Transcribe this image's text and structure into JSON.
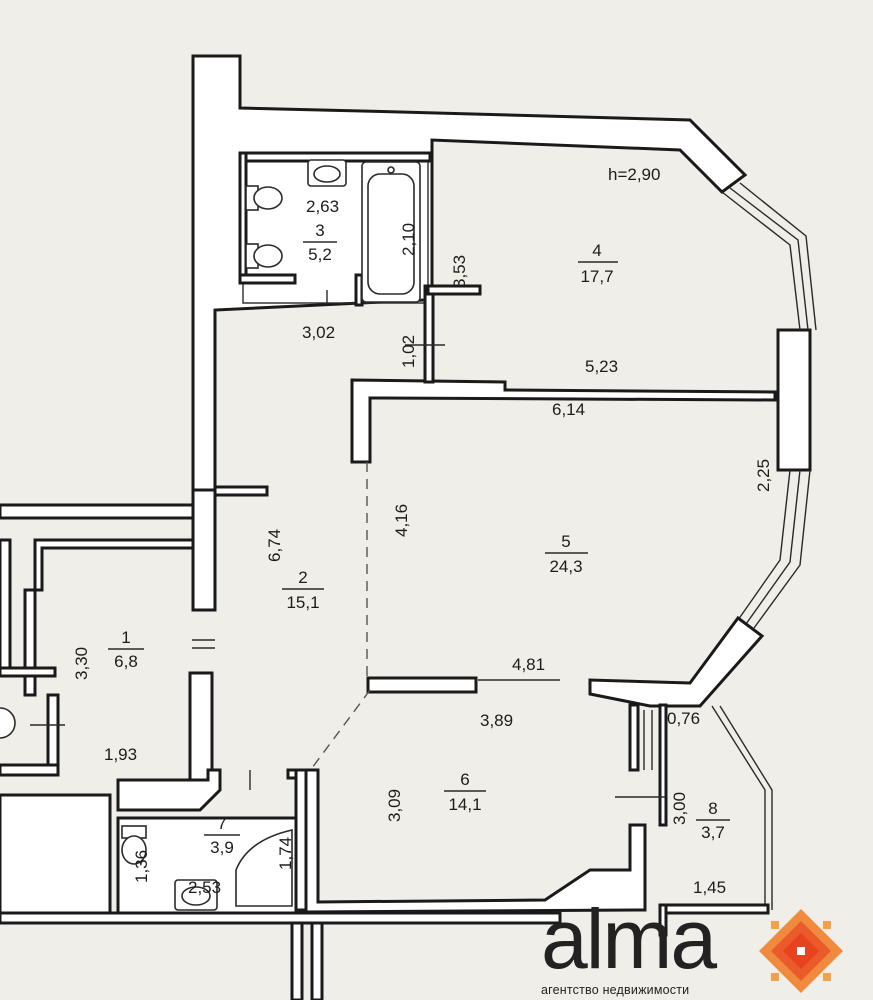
{
  "height_label": "h=2,90",
  "rooms": [
    {
      "id": "room-1",
      "number": "1",
      "area": "6,8"
    },
    {
      "id": "room-2",
      "number": "2",
      "area": "15,1"
    },
    {
      "id": "room-3",
      "number": "3",
      "area": "5,2"
    },
    {
      "id": "room-4",
      "number": "4",
      "area": "17,7"
    },
    {
      "id": "room-5",
      "number": "5",
      "area": "24,3"
    },
    {
      "id": "room-6",
      "number": "6",
      "area": "14,1"
    },
    {
      "id": "room-7",
      "number": "7",
      "area": "3,9"
    },
    {
      "id": "room-8",
      "number": "8",
      "area": "3,7"
    }
  ],
  "dimensions": [
    "2,63",
    "2,10",
    "3,53",
    "3,02",
    "1,02",
    "5,23",
    "6,14",
    "2,25",
    "6,74",
    "4,16",
    "3,30",
    "1,93",
    "4,81",
    "3,89",
    "0,76",
    "3,09",
    "3,00",
    "1,36",
    "1,74",
    "2,53",
    "1,45"
  ],
  "brand": {
    "name": "alma",
    "tagline": "агентство недвижимости",
    "accent": "#e8431f"
  }
}
